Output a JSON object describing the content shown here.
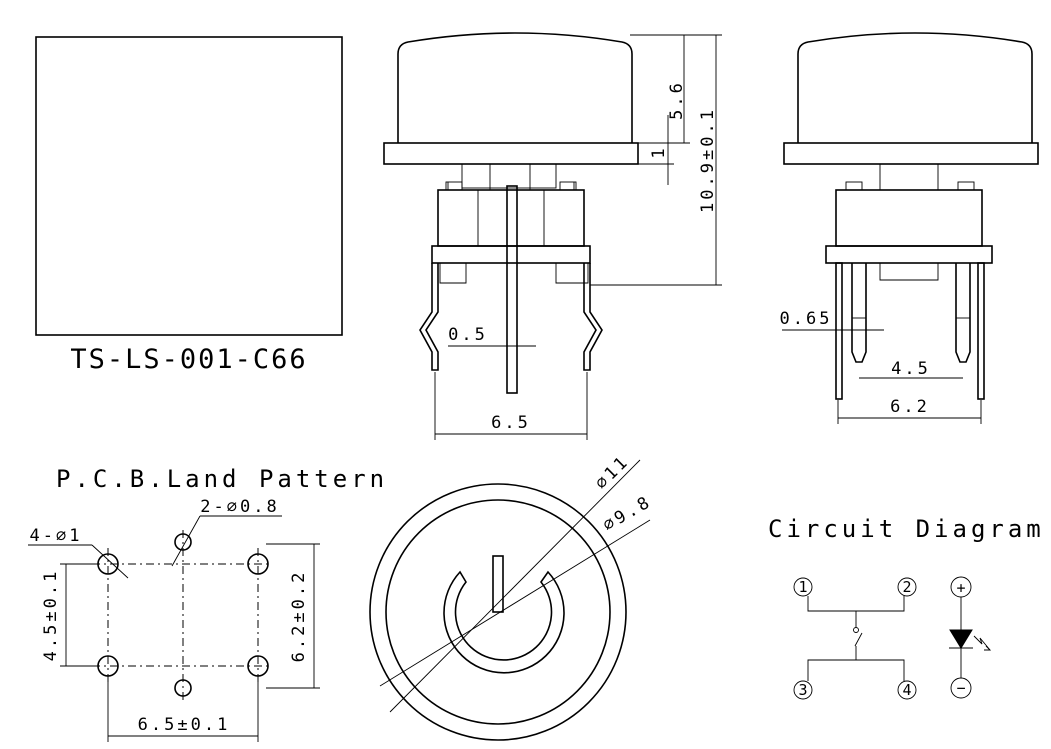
{
  "part_number": "TS-LS-001-C66",
  "side_view": {
    "dim_cap_height": "5.6",
    "dim_flange": "1",
    "dim_total_height": "10.9±0.1",
    "dim_terminal_width": "0.5",
    "dim_pitch": "6.5"
  },
  "end_view": {
    "dim_led_lead": "0.65",
    "dim_led_pitch": "4.5",
    "dim_body_width": "6.2"
  },
  "pcb": {
    "title": "P.C.B.Land Pattern",
    "label_led_holes": "2-⌀0.8",
    "label_switch_holes": "4-⌀1",
    "dim_vertical_left": "4.5±0.1",
    "dim_vertical_right": "6.2±0.2",
    "dim_horizontal": "6.5±0.1"
  },
  "top_view": {
    "dim_outer": "⌀11",
    "dim_inner": "⌀9.8"
  },
  "circuit": {
    "title": "Circuit Diagram",
    "pins": [
      "1",
      "2",
      "3",
      "4"
    ],
    "led_plus": "+",
    "led_minus": "−"
  }
}
